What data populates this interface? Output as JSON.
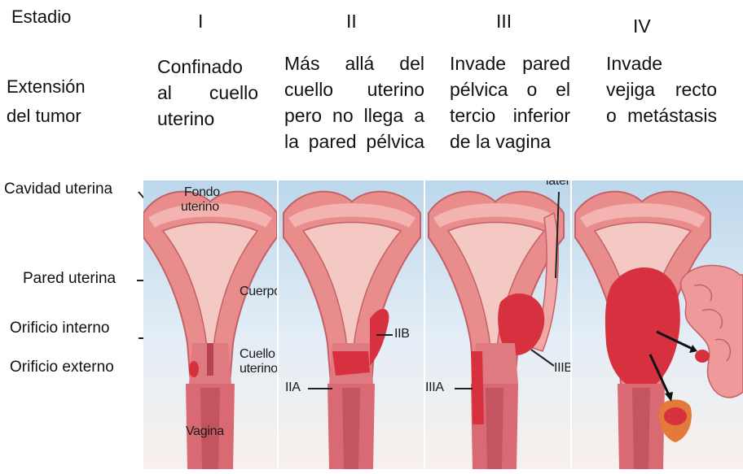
{
  "header": {
    "estadio_label": "Estadio",
    "extension_label_line1": "Extensión",
    "extension_label_line2": "del tumor"
  },
  "stages": [
    {
      "numeral": "I",
      "desc_lines": [
        "Confinado",
        "al     cuello",
        "uterino"
      ]
    },
    {
      "numeral": "II",
      "desc_lines": [
        "Más   allá   del",
        "cuello   uterino",
        "pero no llega a",
        "la pared pélvica"
      ]
    },
    {
      "numeral": "III",
      "desc_lines": [
        "Invade pared",
        "pélvica  o  el",
        "tercio inferior",
        "de la vagina"
      ]
    },
    {
      "numeral": "IV",
      "desc_lines": [
        "Invade",
        "vejiga recto",
        "o metástasis"
      ]
    }
  ],
  "side_labels": {
    "cavidad": "Cavidad uterina",
    "pared": "Pared uterina",
    "orificio_interno": "Orificio interno",
    "orificio_externo": "Orificio externo"
  },
  "image_labels": {
    "fondo_line1": "Fondo",
    "fondo_line2": "uterino",
    "cuerpo": "Cuerpo",
    "cuello_line1": "Cuello",
    "cuello_line2": "uterino",
    "vagina": "Vagina",
    "iia": "IIA",
    "iib": "IIB",
    "iiia": "IIIA",
    "iiib": "IIIB",
    "lateral": "lateral"
  },
  "colors": {
    "background_top": "#c9dff0",
    "background_bottom": "#f7f1ee",
    "tissue": "#e98c8c",
    "tissue_dark": "#c94c55",
    "tumor": "#d7303e"
  }
}
